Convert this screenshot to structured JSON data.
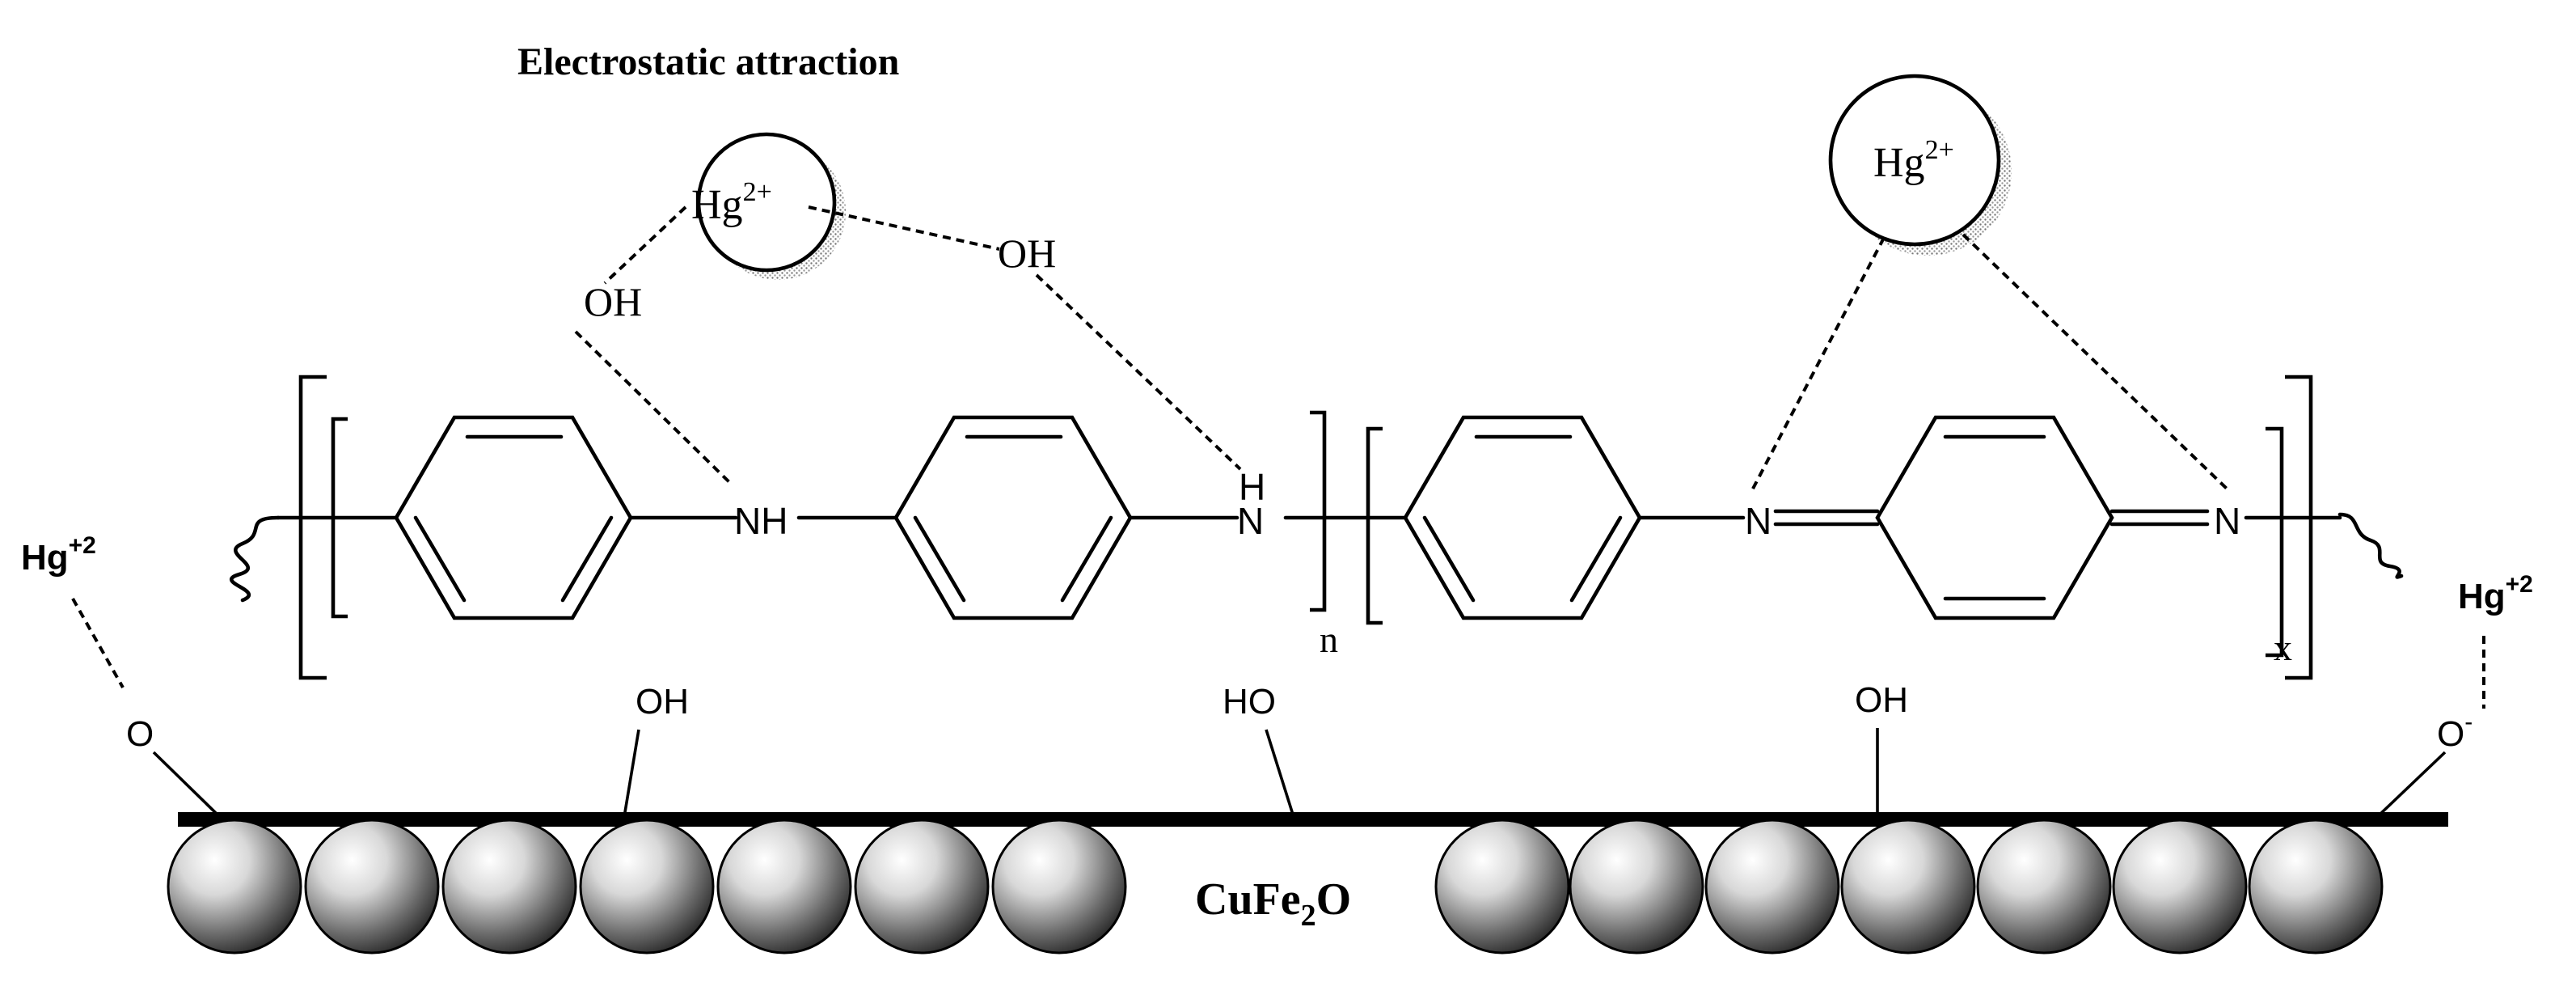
{
  "title": "Electrostatic attraction",
  "substrate": {
    "label_main": "CuFe",
    "label_sub": "2",
    "label_end": "O"
  },
  "ions": {
    "hg_left_circle": "Hg",
    "hg_left_circle_charge": "2+",
    "hg_right_circle": "Hg",
    "hg_right_circle_charge": "2+",
    "hg_surface_left": "Hg",
    "hg_surface_left_charge": "+2",
    "hg_surface_right": "Hg",
    "hg_surface_right_charge": "+2"
  },
  "groups": {
    "oh_left": "OH",
    "oh_middle": "OH",
    "nh_1": "NH",
    "nh_2_h": "H",
    "nh_2_n": "N",
    "n_imine_1": "N",
    "n_imine_2": "N"
  },
  "subscripts": {
    "n": "n",
    "x": "x"
  },
  "surface_groups": {
    "o_left": "O",
    "oh_1": "OH",
    "ho_2": "HO",
    "oh_3": "OH",
    "o_right": "O",
    "o_right_charge": "-"
  },
  "colors": {
    "line": "#000000",
    "sphere_light": "#ffffff",
    "sphere_dark": "#2a2a2a",
    "shadow": "#7a7a7a"
  }
}
